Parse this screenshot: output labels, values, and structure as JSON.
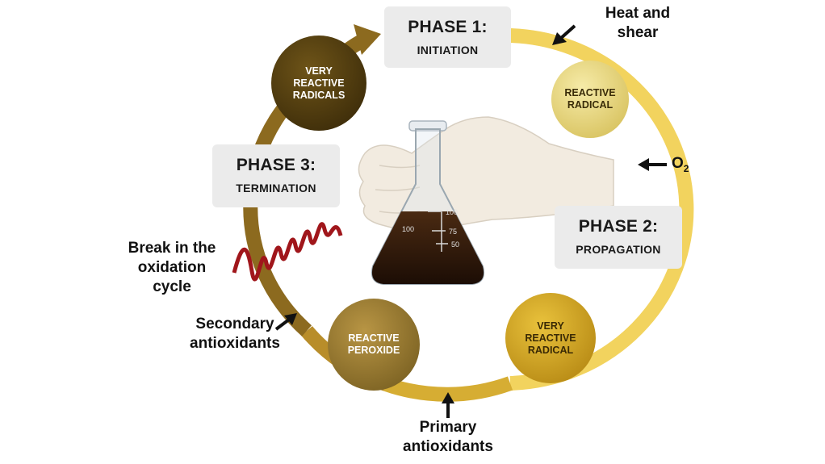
{
  "phases": {
    "phase1": {
      "title": "PHASE 1:",
      "subtitle": "INITIATION"
    },
    "phase2": {
      "title": "PHASE 2:",
      "subtitle": "PROPAGATION"
    },
    "phase3": {
      "title": "PHASE 3:",
      "subtitle": "TERMINATION"
    }
  },
  "nodes": {
    "reactive_radical": [
      "REACTIVE",
      "RADICAL"
    ],
    "very_reactive_radical": [
      "VERY",
      "REACTIVE",
      "RADICAL"
    ],
    "reactive_peroxide": [
      "REACTIVE",
      "PEROXIDE"
    ],
    "very_reactive_radicals": [
      "VERY",
      "REACTIVE",
      "RADICALS"
    ]
  },
  "labels": {
    "heat_shear": [
      "Heat and",
      "shear"
    ],
    "oxygen": "O",
    "oxygen_subscript": "2",
    "primary": [
      "Primary",
      "antioxidants"
    ],
    "secondary": [
      "Secondary",
      "antioxidants"
    ],
    "break": [
      "Break in the",
      "oxidation",
      "cycle"
    ]
  },
  "flask_markings": {
    "left": "100",
    "right": [
      "100",
      "75",
      "50"
    ]
  },
  "colors": {
    "ring_light": "#f7dc6f",
    "ring_gold": "#d4a72c",
    "ring_dark": "#7d5c16",
    "wave": "#a0161b"
  }
}
